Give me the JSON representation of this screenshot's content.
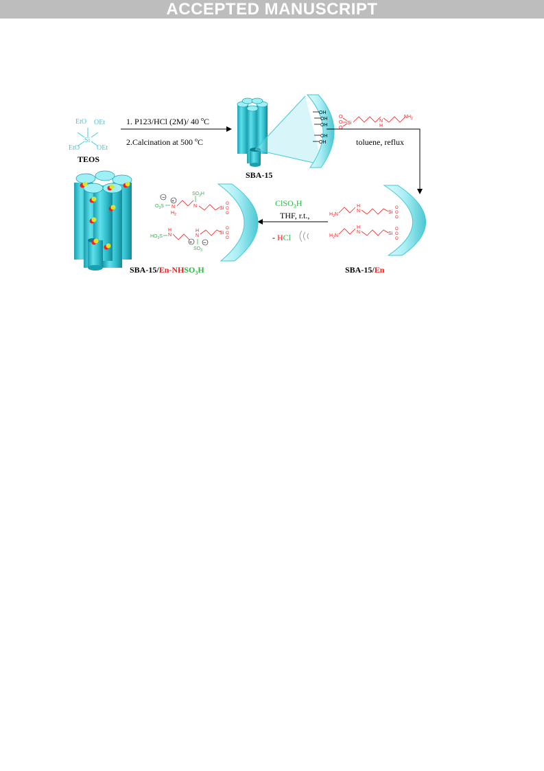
{
  "banner": {
    "text": "ACCEPTED MANUSCRIPT"
  },
  "colors": {
    "banner_bg": "#bdbdbd",
    "cyan": "#3ec9d6",
    "red": "#ff1a1a",
    "green": "#1fbf3a",
    "black": "#000000"
  },
  "scheme": {
    "teos": {
      "label": "TEOS",
      "groups": [
        "EtO",
        "OEt",
        "EtO",
        "OEt"
      ],
      "center": "Si"
    },
    "step1": {
      "line1_pre": "1. P123/HCl (2M)/ 40 ",
      "line1_sup": "o",
      "line1_post": "C",
      "line2_pre": "2.Calcination at 500 ",
      "line2_sup": "o",
      "line2_post": "C"
    },
    "sba15": {
      "label": "SBA-15",
      "oh": [
        "OH",
        "OH",
        "OH",
        "OH",
        "OH"
      ]
    },
    "step2": {
      "condition": "toluene, reflux",
      "silane_amine_end": "NH",
      "silane_amine_sub": "2",
      "nh_label": "H",
      "n_label": "N",
      "si_label": "Si",
      "o_label": "O"
    },
    "sba15_en": {
      "label_black": "SBA-15/",
      "label_red": "En",
      "h2n": "H",
      "h2n_sub": "2",
      "h2n_n": "N"
    },
    "step3": {
      "reagent_pre": "ClSO",
      "reagent_sub": "3",
      "reagent_post": "H",
      "condition": "THF, r.t.,",
      "byproduct_dash": "- ",
      "byproduct_h": "H",
      "byproduct_cl": "Cl"
    },
    "product": {
      "label_black": "SBA-15/",
      "label_red": "En-NH",
      "label_green": "SO",
      "label_sub": "3",
      "label_green2": "H",
      "so3h": "SO",
      "so3h_sub": "3",
      "so3h_h": "H",
      "o3s": "O",
      "o3s_sub": "3",
      "o3s_s": "S",
      "hosub": "HO",
      "hosub_sub": "3",
      "hosub_s": "S",
      "minus": "−",
      "plus": "+",
      "h2": "H",
      "h2_sub": "2",
      "n": "N",
      "h": "H"
    }
  }
}
